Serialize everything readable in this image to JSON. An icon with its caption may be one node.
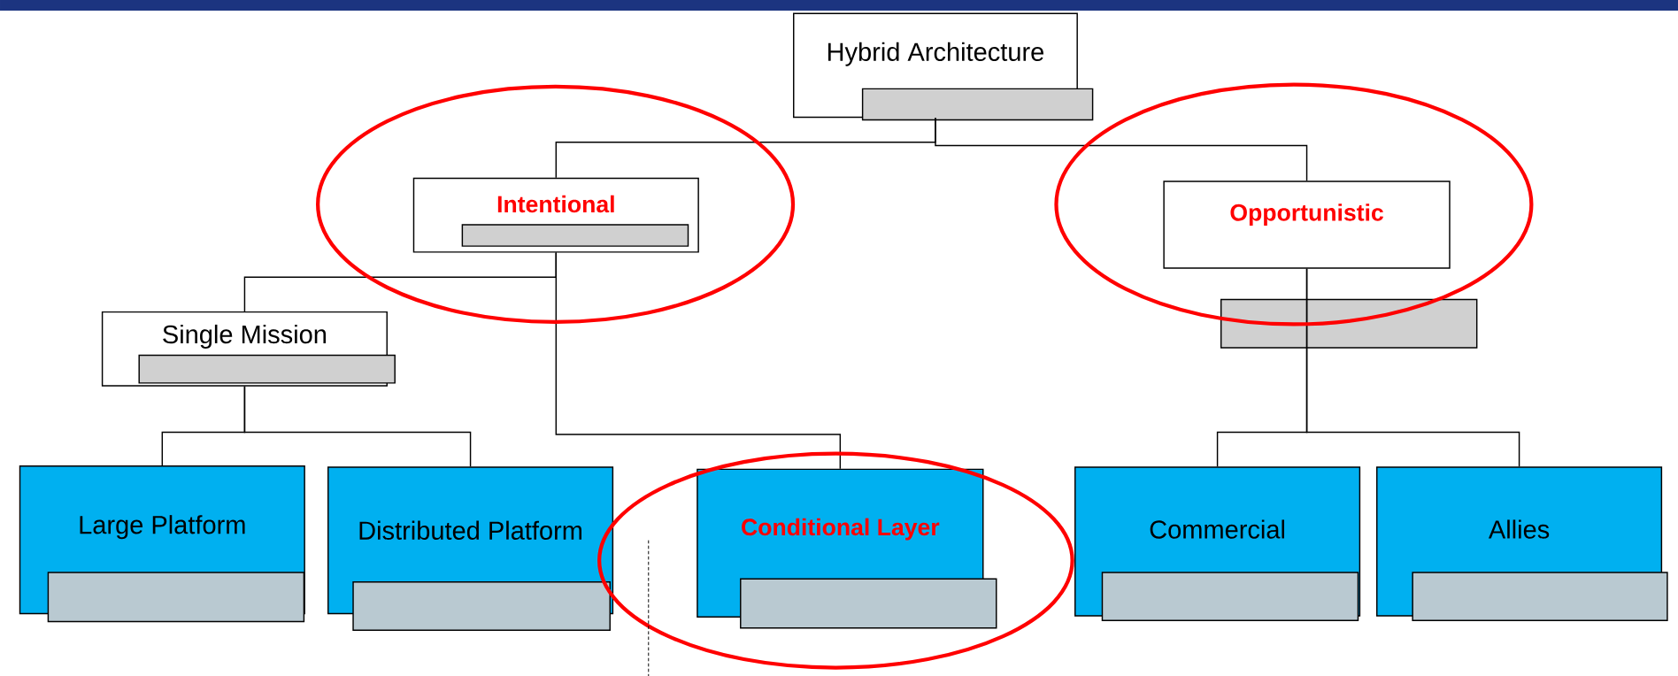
{
  "diagram": {
    "nodes": [
      {
        "text": [
          "Hybrid Architecture"
        ]
      },
      {
        "text": [
          "Intentional"
        ]
      },
      {
        "text": [
          "Opportunistic"
        ]
      },
      {
        "text": [
          "Single Mission"
        ]
      },
      {
        "text": [
          "Large Platform"
        ]
      },
      {
        "text": [
          "Distributed Platform"
        ]
      },
      {
        "text": [
          "Conditional Layer"
        ]
      },
      {
        "text": [
          "Commercial"
        ]
      },
      {
        "text": [
          "Allies"
        ]
      }
    ],
    "edges": [
      {
        "from": 0,
        "to": 1,
        "arrow": "none"
      },
      {
        "from": 0,
        "to": 2,
        "arrow": "none"
      },
      {
        "from": 1,
        "to": 3,
        "arrow": "none"
      },
      {
        "from": 1,
        "to": 6,
        "arrow": "none"
      },
      {
        "from": 3,
        "to": 4,
        "arrow": "none"
      },
      {
        "from": 3,
        "to": 5,
        "arrow": "none"
      },
      {
        "from": 2,
        "to": 7,
        "arrow": "none"
      },
      {
        "from": 2,
        "to": 8,
        "arrow": "none"
      }
    ]
  }
}
